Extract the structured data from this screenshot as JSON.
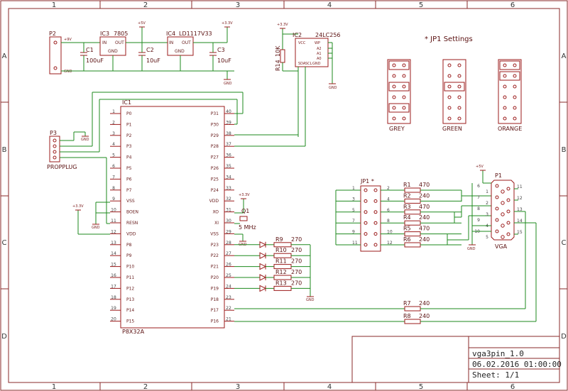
{
  "frame": {
    "columns": [
      "1",
      "2",
      "3",
      "4",
      "5",
      "6"
    ],
    "rows": [
      "A",
      "B",
      "C",
      "D"
    ]
  },
  "title_block": {
    "name": "vga3pin_1.0",
    "date": "06.02.2016 01:00:00",
    "sheet": "Sheet: 1/1"
  },
  "jp1_settings": {
    "title": "* JP1 Settings",
    "options": [
      "GREY",
      "GREEN",
      "ORANGE"
    ]
  },
  "power": {
    "p2": {
      "ref": "P2",
      "plus": "+9V",
      "gnd": "GND"
    },
    "ic3": {
      "ref": "IC3",
      "value": "7805",
      "in": "IN",
      "out": "OUT",
      "gnd": "GND"
    },
    "ic4": {
      "ref": "IC4",
      "value": "LD1117V33",
      "in": "IN",
      "out": "OUT",
      "gnd": "GND"
    },
    "c1": {
      "ref": "C1",
      "value": "100uF"
    },
    "c2": {
      "ref": "C2",
      "value": "10uF"
    },
    "c3": {
      "ref": "C3",
      "value": "10uF"
    },
    "rail5v": "+5V",
    "rail33": "+3.3V",
    "gnd": "GND"
  },
  "eeprom": {
    "ref": "IC2",
    "value": "24LC256",
    "r14": "R14",
    "r14_value": "10K",
    "pins": [
      "VCC",
      "WP",
      "A2",
      "A1",
      "A0",
      "SDA",
      "SCL",
      "GND"
    ]
  },
  "mcu": {
    "ref": "IC1",
    "value": "P8X32A",
    "left_pins": [
      {
        "num": "1",
        "name": "P0"
      },
      {
        "num": "2",
        "name": "P1"
      },
      {
        "num": "3",
        "name": "P2"
      },
      {
        "num": "4",
        "name": "P3"
      },
      {
        "num": "5",
        "name": "P4"
      },
      {
        "num": "6",
        "name": "P5"
      },
      {
        "num": "7",
        "name": "P6"
      },
      {
        "num": "8",
        "name": "P7"
      },
      {
        "num": "9",
        "name": "VSS"
      },
      {
        "num": "10",
        "name": "BOEN"
      },
      {
        "num": "11",
        "name": "RESN"
      },
      {
        "num": "12",
        "name": "VDD"
      },
      {
        "num": "13",
        "name": "P8"
      },
      {
        "num": "14",
        "name": "P9"
      },
      {
        "num": "15",
        "name": "P10"
      },
      {
        "num": "16",
        "name": "P11"
      },
      {
        "num": "17",
        "name": "P12"
      },
      {
        "num": "18",
        "name": "P13"
      },
      {
        "num": "19",
        "name": "P14"
      },
      {
        "num": "20",
        "name": "P15"
      }
    ],
    "right_pins": [
      {
        "num": "40",
        "name": "P31"
      },
      {
        "num": "39",
        "name": "P30"
      },
      {
        "num": "38",
        "name": "P29"
      },
      {
        "num": "37",
        "name": "P28"
      },
      {
        "num": "36",
        "name": "P27"
      },
      {
        "num": "35",
        "name": "P26"
      },
      {
        "num": "34",
        "name": "P25"
      },
      {
        "num": "33",
        "name": "P24"
      },
      {
        "num": "32",
        "name": "VDD"
      },
      {
        "num": "31",
        "name": "XO"
      },
      {
        "num": "30",
        "name": "XI"
      },
      {
        "num": "29",
        "name": "VSS"
      },
      {
        "num": "28",
        "name": "P23"
      },
      {
        "num": "27",
        "name": "P22"
      },
      {
        "num": "26",
        "name": "P21"
      },
      {
        "num": "25",
        "name": "P20"
      },
      {
        "num": "24",
        "name": "P19"
      },
      {
        "num": "23",
        "name": "P18"
      },
      {
        "num": "22",
        "name": "P17"
      },
      {
        "num": "21",
        "name": "P16"
      }
    ]
  },
  "propplug": {
    "ref": "P3",
    "value": "PROPPLUG",
    "gnd": "GND"
  },
  "crystal": {
    "ref": "Q1",
    "value": "5 MHz",
    "rail": "+3.3V",
    "gnd": "GND"
  },
  "leds": {
    "resistors": [
      {
        "ref": "R9",
        "value": "270"
      },
      {
        "ref": "R10",
        "value": "270"
      },
      {
        "ref": "R11",
        "value": "270"
      },
      {
        "ref": "R12",
        "value": "270"
      },
      {
        "ref": "R13",
        "value": "270"
      }
    ],
    "gnd": "GND"
  },
  "jumper": {
    "ref": "JP1 *",
    "left": [
      "1",
      "3",
      "5",
      "7",
      "9",
      "11"
    ],
    "right": [
      "2",
      "4",
      "6",
      "8",
      "10",
      "12"
    ]
  },
  "vga_resistors": [
    {
      "ref": "R1",
      "value": "470"
    },
    {
      "ref": "R2",
      "value": "240"
    },
    {
      "ref": "R3",
      "value": "470"
    },
    {
      "ref": "R4",
      "value": "240"
    },
    {
      "ref": "R5",
      "value": "470"
    },
    {
      "ref": "R6",
      "value": "240"
    }
  ],
  "sync_resistors": [
    {
      "ref": "R7",
      "value": "240"
    },
    {
      "ref": "R8",
      "value": "240"
    }
  ],
  "vga": {
    "ref": "P1",
    "value": "VGA",
    "rail": "+5V",
    "gnd": "GND",
    "pins_left": [
      "6",
      "7",
      "8",
      "9",
      "10"
    ],
    "pins_mid": [
      "1",
      "2",
      "3",
      "4",
      "5"
    ],
    "pins_right": [
      "11",
      "12",
      "13",
      "14",
      "15"
    ]
  }
}
